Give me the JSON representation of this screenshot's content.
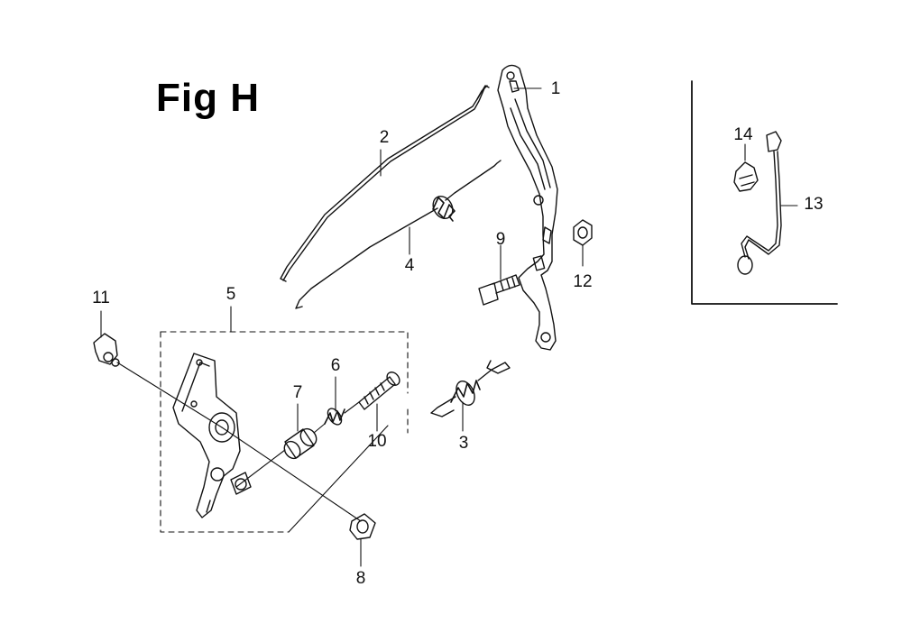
{
  "figure": {
    "title": "Fig H"
  },
  "callouts": [
    {
      "id": "c1",
      "label": "1"
    },
    {
      "id": "c2",
      "label": "2"
    },
    {
      "id": "c3",
      "label": "3"
    },
    {
      "id": "c4",
      "label": "4"
    },
    {
      "id": "c5",
      "label": "5"
    },
    {
      "id": "c6",
      "label": "6"
    },
    {
      "id": "c7",
      "label": "7"
    },
    {
      "id": "c8",
      "label": "8"
    },
    {
      "id": "c9",
      "label": "9"
    },
    {
      "id": "c10",
      "label": "10"
    },
    {
      "id": "c11",
      "label": "11"
    },
    {
      "id": "c12",
      "label": "12"
    },
    {
      "id": "c13",
      "label": "13"
    },
    {
      "id": "c14",
      "label": "14"
    }
  ]
}
